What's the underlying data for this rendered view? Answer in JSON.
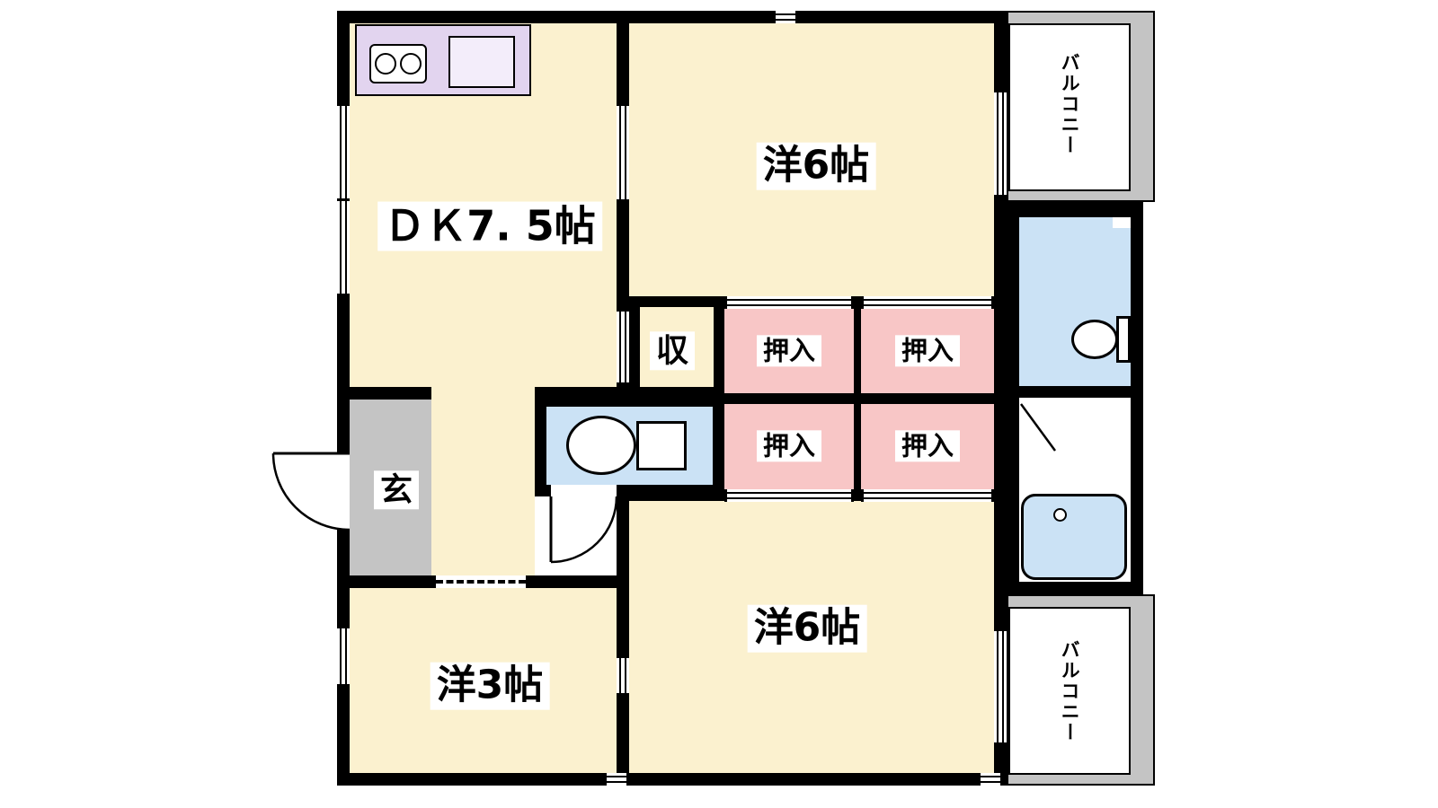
{
  "colors": {
    "wall": "#000000",
    "room": "#FBF1CF",
    "closet": "#F8C6C6",
    "water": "#CBE2F5",
    "gray": "#C4C4C4",
    "kitchen": "#E2D4EF",
    "label_bg": "#FFFFFF"
  },
  "labels": {
    "dk": "ＤＫ7. 5帖",
    "western6_top": "洋6帖",
    "western6_bottom": "洋6帖",
    "western3": "洋3帖",
    "storage": "収",
    "oshiire": "押入",
    "entrance": "玄",
    "balcony": "バルコニー"
  }
}
